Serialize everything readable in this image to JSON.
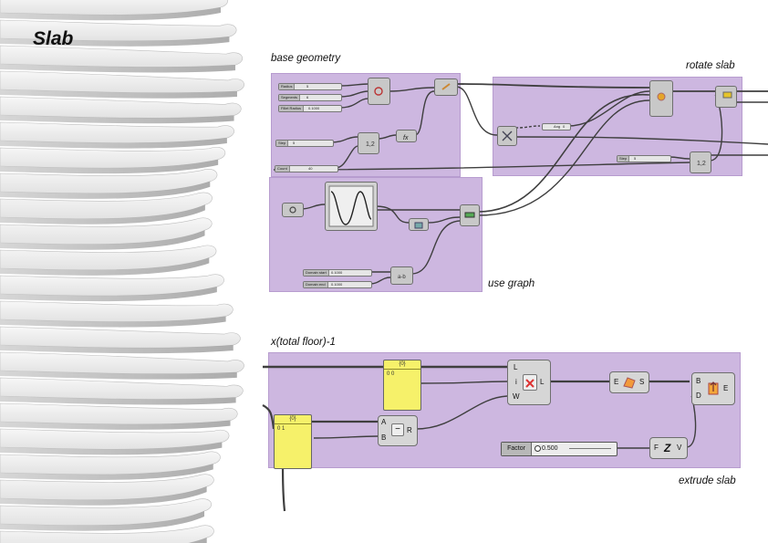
{
  "title": "Slab",
  "captions": {
    "base_geometry": "base geometry",
    "rotate_slab": "rotate slab",
    "use_graph": "use graph",
    "total_floor": "x(total floor)-1",
    "extrude_slab": "extrude slab"
  },
  "top_sliders": {
    "radius": {
      "label": "Radius",
      "value": "5"
    },
    "segments": {
      "label": "Segments",
      "value": "6"
    },
    "fillet_radius": {
      "label": "Fillet Radius",
      "value": "0.1000"
    },
    "step": {
      "label": "Step",
      "value": "5"
    },
    "count": {
      "label": "Count",
      "value": "40"
    },
    "domain_start": {
      "label": "Domain start",
      "value": "0.1000"
    },
    "domain_end": {
      "label": "Domain end",
      "value": "0.1000"
    },
    "step2": {
      "label": "Step",
      "value": "5"
    },
    "angle": {
      "label": "Ang",
      "value": "0"
    }
  },
  "bottom": {
    "panel1": {
      "header": "{0}",
      "value": "0 0"
    },
    "panel2": {
      "header": "{0}",
      "value": "0 1"
    },
    "list_item": {
      "inputs": [
        "L",
        "i",
        "W"
      ],
      "output": "L"
    },
    "subtract": {
      "inputs": [
        "A",
        "B"
      ],
      "output": "R",
      "symbol": "−"
    },
    "edge_surface": {
      "input": "E",
      "output": "S"
    },
    "extrude": {
      "inputs": [
        "B",
        "D"
      ],
      "output": "E"
    },
    "factor": {
      "label": "Factor",
      "value": "0.500"
    },
    "vector_z": {
      "input": "F",
      "output": "V",
      "symbol": "Z"
    }
  }
}
